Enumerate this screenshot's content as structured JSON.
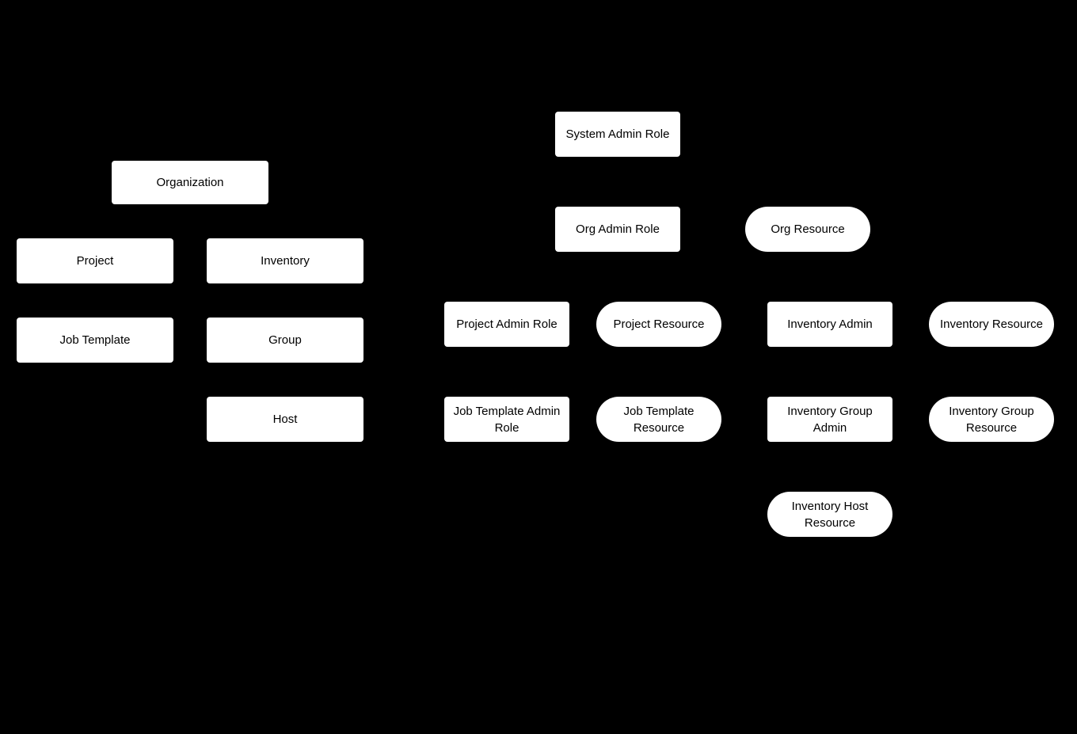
{
  "diagram": {
    "background_color": "#000000",
    "node_fill_color": "#ffffff",
    "node_text_color": "#000000",
    "nodes": [
      {
        "id": "organization",
        "label": "Organization",
        "shape": "rect"
      },
      {
        "id": "project",
        "label": "Project",
        "shape": "rect"
      },
      {
        "id": "inventory",
        "label": "Inventory",
        "shape": "rect"
      },
      {
        "id": "job-template",
        "label": "Job Template",
        "shape": "rect"
      },
      {
        "id": "group",
        "label": "Group",
        "shape": "rect"
      },
      {
        "id": "host",
        "label": "Host",
        "shape": "rect"
      },
      {
        "id": "system-admin-role",
        "label": "System Admin Role",
        "shape": "rect"
      },
      {
        "id": "org-admin-role",
        "label": "Org Admin Role",
        "shape": "rect"
      },
      {
        "id": "org-resource",
        "label": "Org Resource",
        "shape": "pill"
      },
      {
        "id": "project-admin-role",
        "label": "Project Admin Role",
        "shape": "rect"
      },
      {
        "id": "project-resource",
        "label": "Project Resource",
        "shape": "pill"
      },
      {
        "id": "inventory-admin",
        "label": "Inventory Admin",
        "shape": "rect"
      },
      {
        "id": "inventory-resource",
        "label": "Inventory Resource",
        "shape": "pill"
      },
      {
        "id": "job-template-admin-role",
        "label": "Job Template Admin Role",
        "shape": "rect"
      },
      {
        "id": "job-template-resource",
        "label": "Job Template Resource",
        "shape": "pill"
      },
      {
        "id": "inventory-group-admin",
        "label": "Inventory Group Admin",
        "shape": "rect"
      },
      {
        "id": "inventory-group-resource",
        "label": "Inventory Group Resource",
        "shape": "pill"
      },
      {
        "id": "inventory-host-resource",
        "label": "Inventory Host Resource",
        "shape": "pill"
      }
    ]
  }
}
